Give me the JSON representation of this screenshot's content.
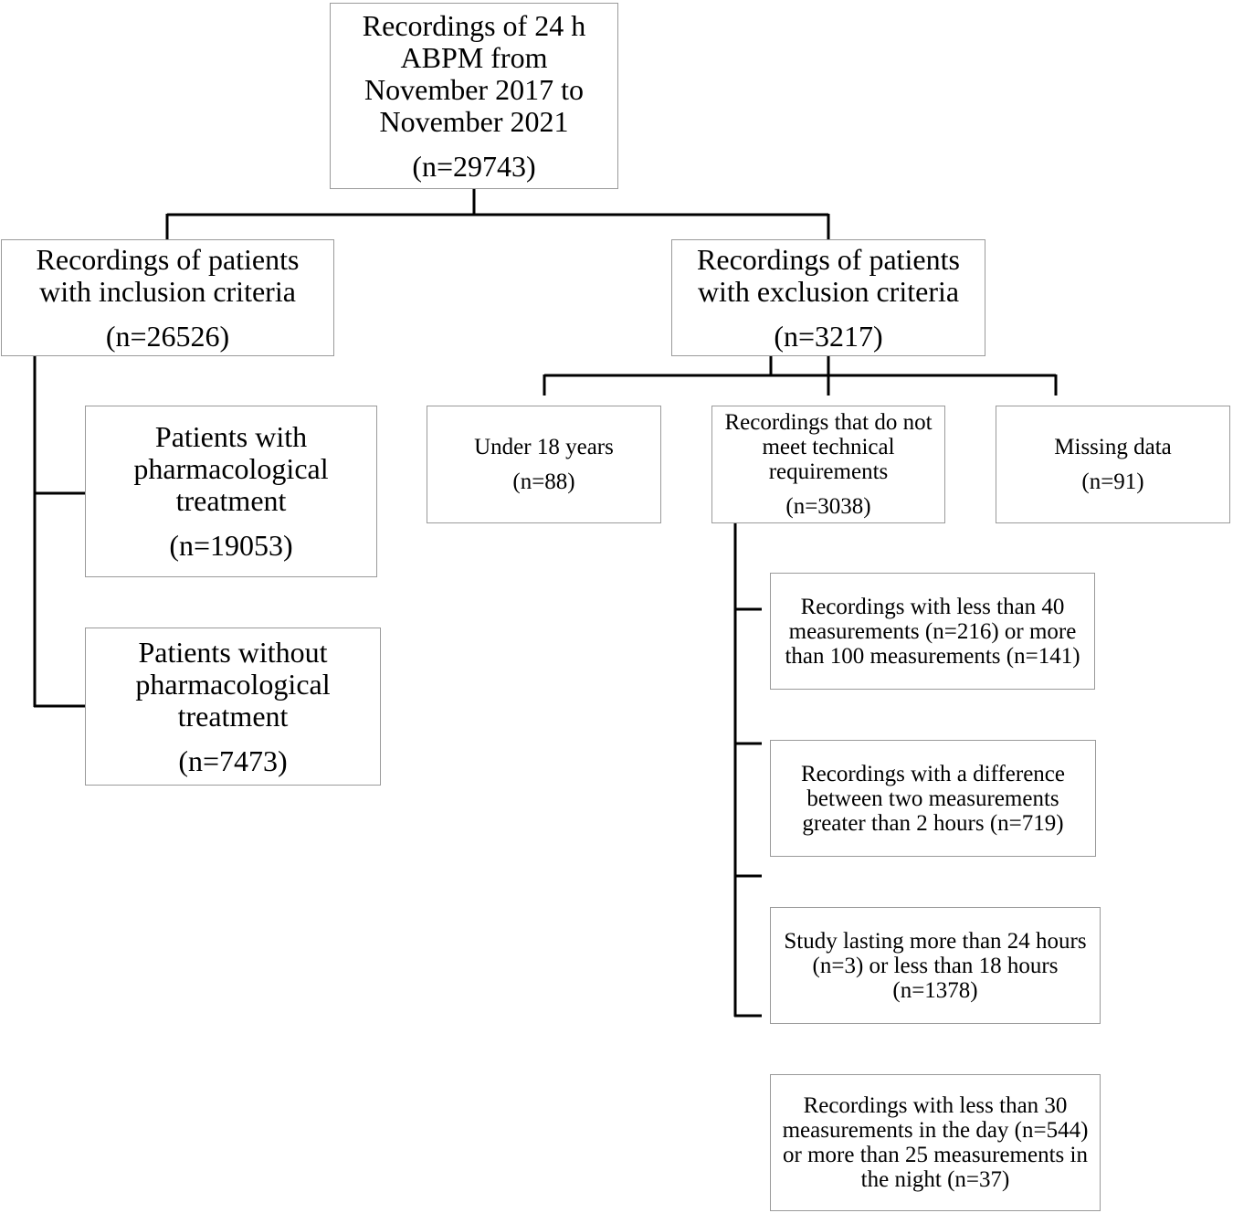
{
  "root": {
    "lines": [
      "Recordings of 24 h",
      "ABPM from",
      "November 2017 to",
      "November 2021"
    ],
    "n": "(n=29743)"
  },
  "inclusion": {
    "lines": [
      "Recordings of patients",
      "with inclusion criteria"
    ],
    "n": "(n=26526)",
    "children": [
      {
        "lines": [
          "Patients with",
          "pharmacological",
          "treatment"
        ],
        "n": "(n=19053)"
      },
      {
        "lines": [
          "Patients without",
          "pharmacological",
          "treatment"
        ],
        "n": "(n=7473)"
      }
    ]
  },
  "exclusion": {
    "lines": [
      "Recordings of patients",
      "with exclusion criteria"
    ],
    "n": "(n=3217)",
    "children": [
      {
        "lines": [
          "Under 18 years"
        ],
        "n": "(n=88)"
      },
      {
        "lines": [
          "Recordings that do not",
          "meet technical",
          "requirements"
        ],
        "n": "(n=3038)"
      },
      {
        "lines": [
          "Missing data"
        ],
        "n": "(n=91)"
      }
    ]
  },
  "technical": {
    "items": [
      {
        "lines": [
          "Recordings with less than 40",
          "measurements (n=216) or more",
          "than 100 measurements (n=141)"
        ]
      },
      {
        "lines": [
          "Recordings with a difference",
          "between two measurements",
          "greater than 2 hours (n=719)"
        ]
      },
      {
        "lines": [
          "Study lasting more than 24 hours",
          "(n=3) or less than 18 hours",
          "(n=1378)"
        ]
      },
      {
        "lines": [
          "Recordings with less than 30",
          "measurements in the day (n=544)",
          "or more than 25 measurements in",
          "the night (n=37)"
        ]
      }
    ]
  }
}
